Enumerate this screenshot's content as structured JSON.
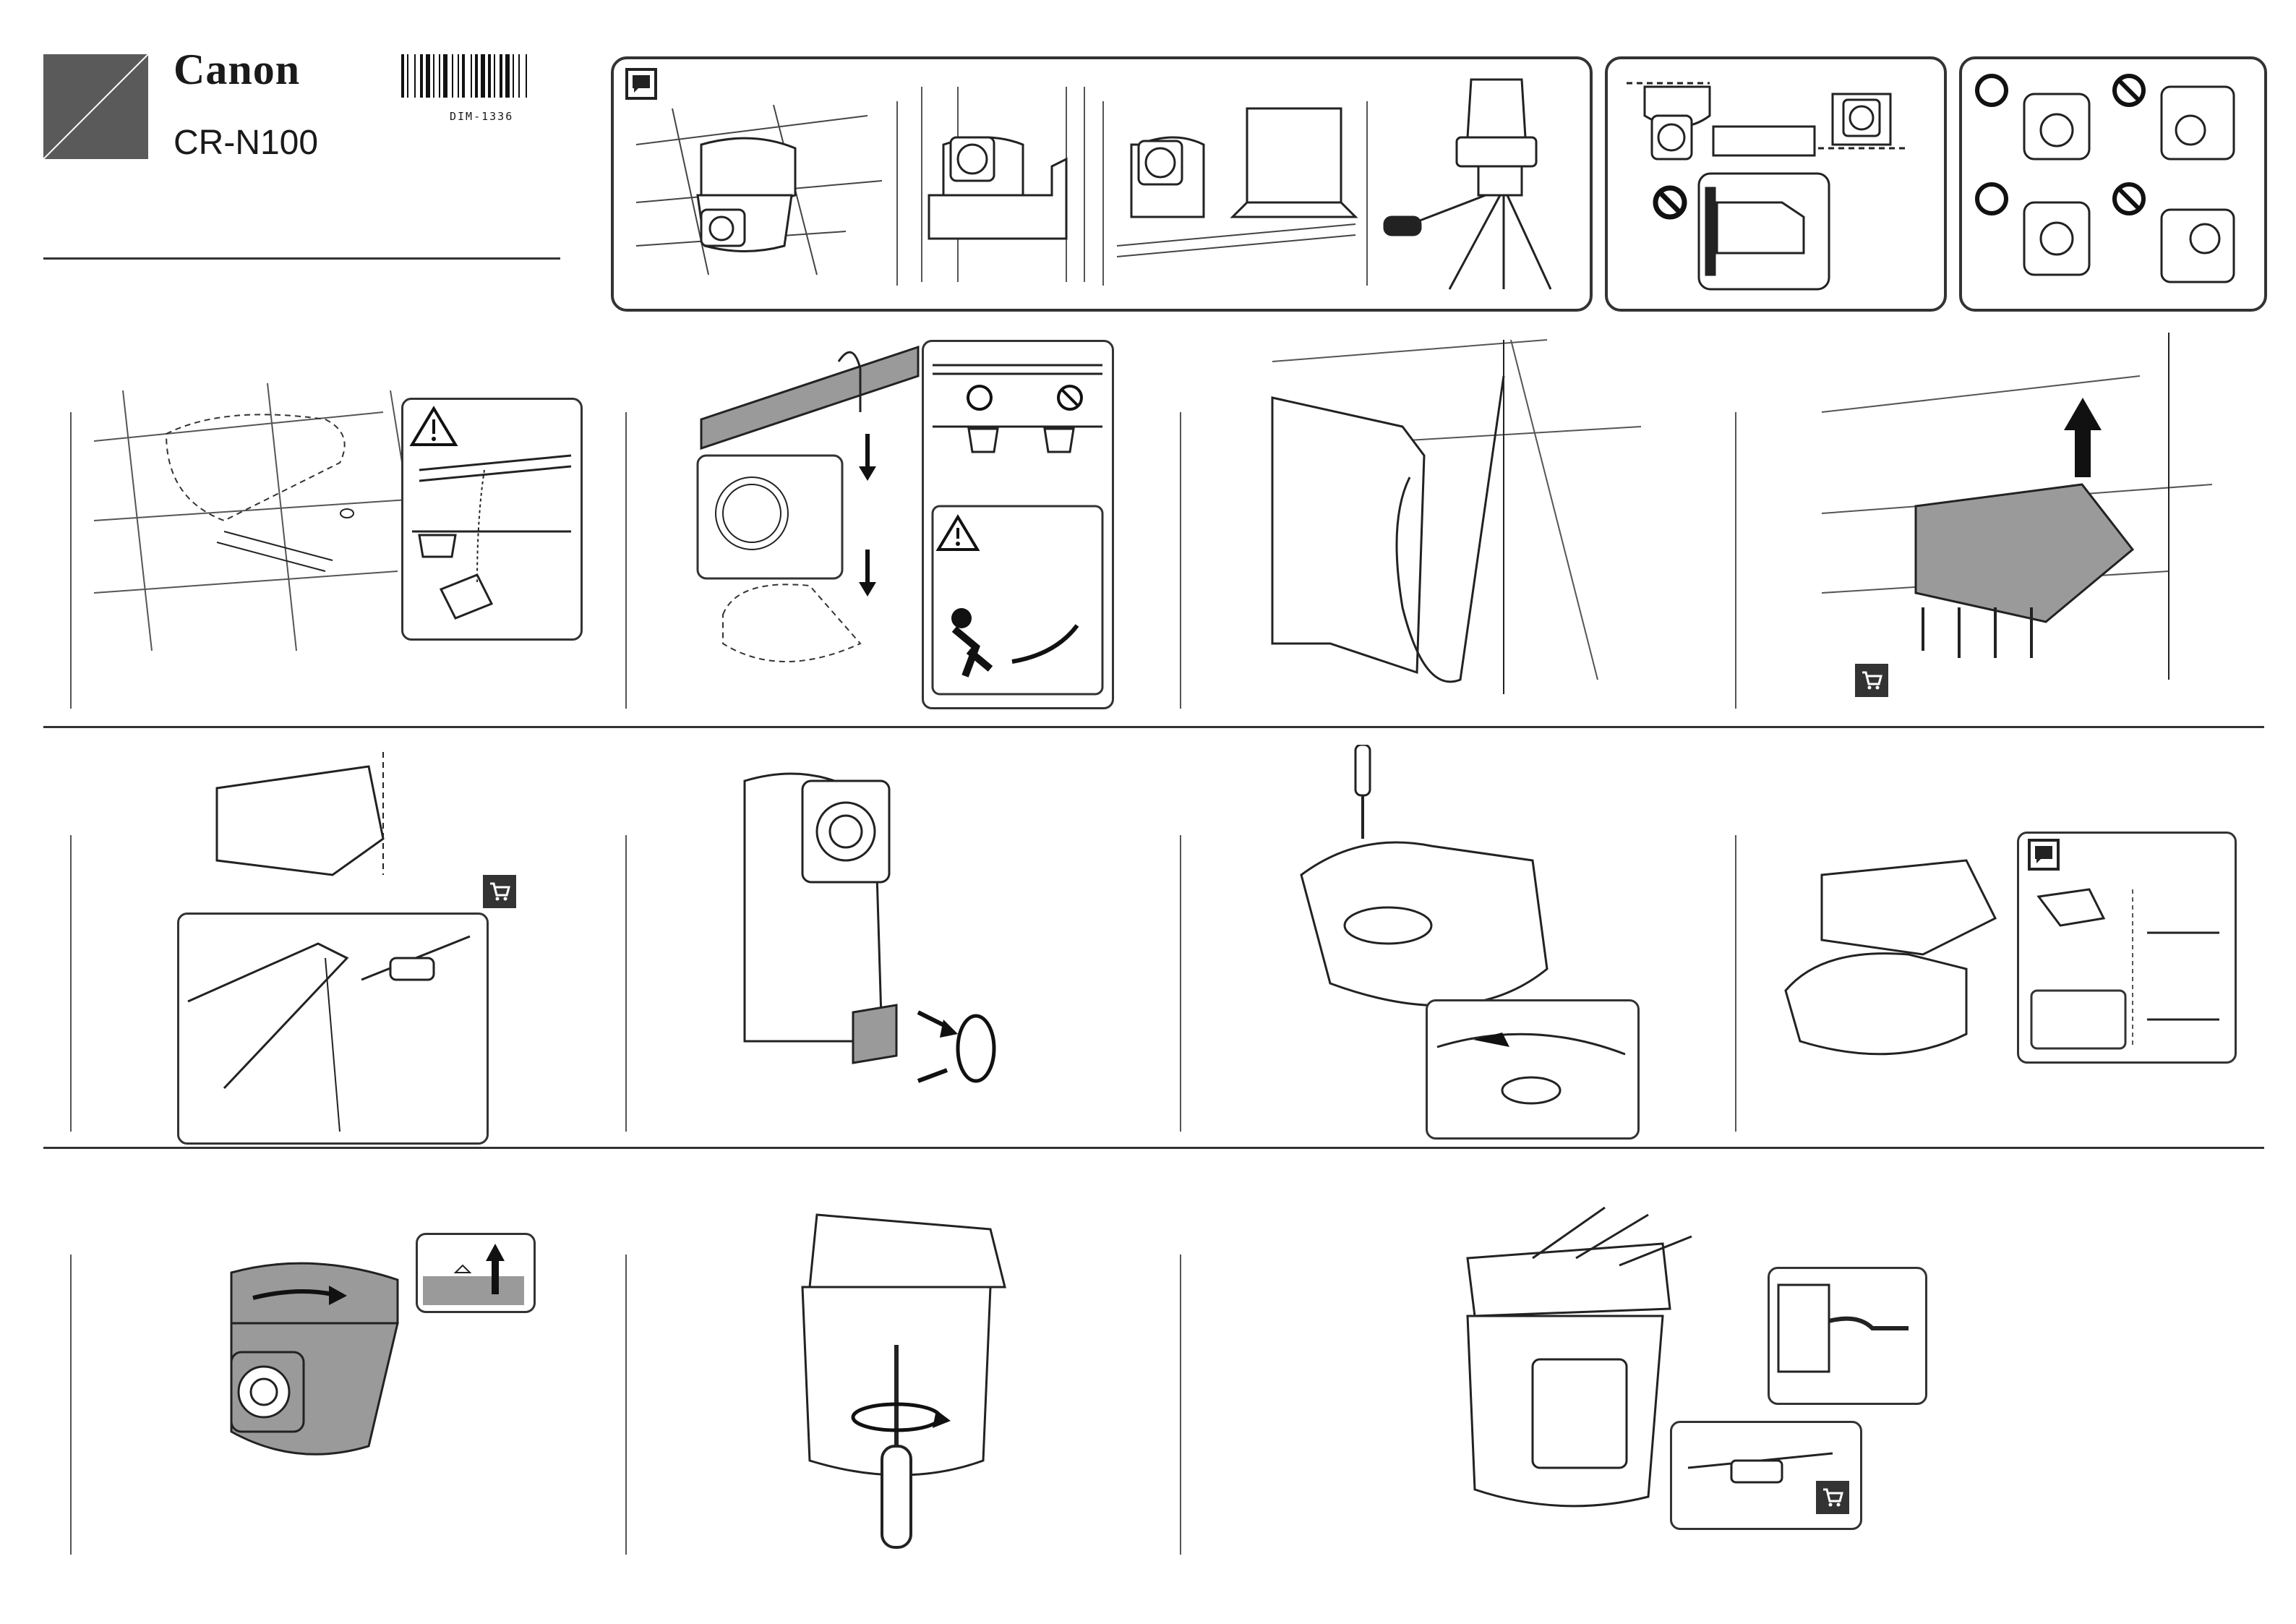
{
  "header": {
    "brand": "Canon",
    "model": "CR-N100",
    "doc_code": "DIM-1336"
  },
  "icons": {
    "note": "note-icon",
    "ok": "circle-ok-icon",
    "prohibited": "prohibition-icon",
    "warning": "warning-triangle-icon",
    "purchase": "shopping-cart-icon"
  },
  "colors": {
    "ink": "#1a1a1a",
    "logo_block": "#5a5a5a",
    "gray_fill": "#9a9a9a"
  }
}
